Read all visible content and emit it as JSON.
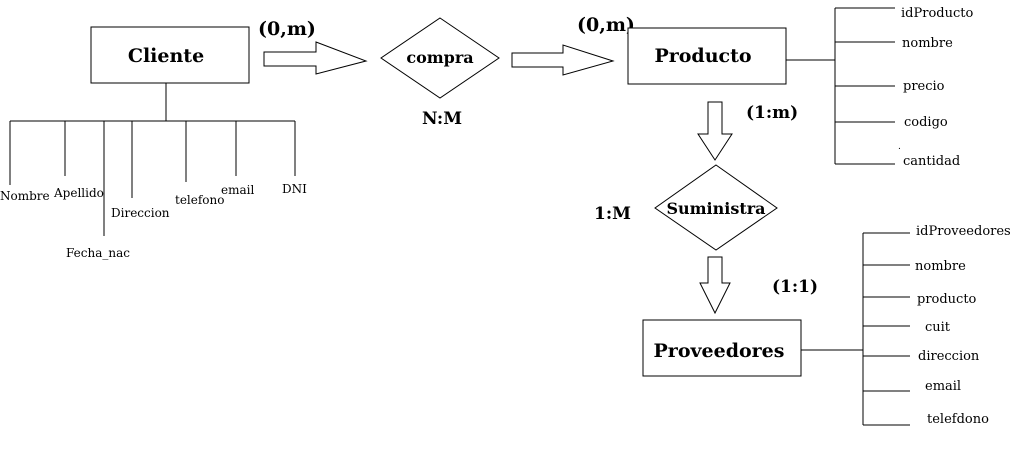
{
  "entities": {
    "cliente": "Cliente",
    "producto": "Producto",
    "proveedores": "Proveedores"
  },
  "relationships": {
    "compra": "compra",
    "suministra": "Suministra"
  },
  "cardinalities": {
    "cliente_compra": "(0,m)",
    "compra_producto": "(0,m)",
    "compra_type": "N:M",
    "producto_suministra": "(1:m)",
    "suministra_type": "1:M",
    "suministra_proveedores": "(1:1)"
  },
  "attributes": {
    "cliente": [
      "Nombre",
      "Apellido",
      "Fecha_nac",
      "Direccion",
      "telefono",
      "email",
      "DNI"
    ],
    "producto": [
      "idProducto",
      "nombre",
      "precio",
      "codigo",
      "cantidad"
    ],
    "proveedores": [
      "idProveedores",
      "nombre",
      "producto",
      "cuit",
      "direccion",
      "email",
      "telefdono"
    ]
  },
  "stray_marks": {
    "producto_codigo_dot": "."
  }
}
